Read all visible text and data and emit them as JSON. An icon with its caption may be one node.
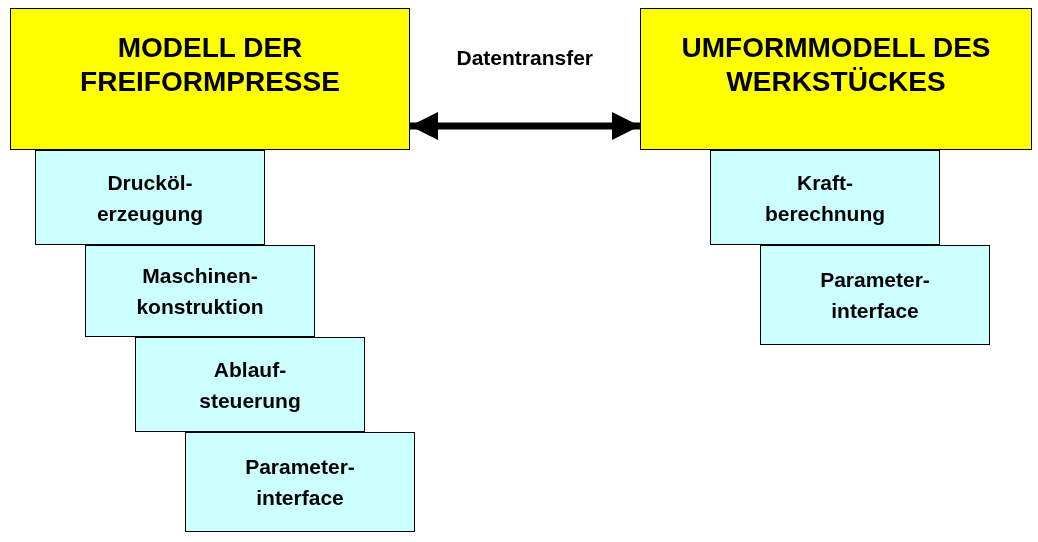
{
  "diagram": {
    "nodes": [
      {
        "text": [
          "MODELL DER FREIFORMPRESSE"
        ]
      },
      {
        "text": [
          "Drucköl- erzeugung"
        ]
      },
      {
        "text": [
          "Maschinen- konstruktion"
        ]
      },
      {
        "text": [
          "Ablauf- steuerung"
        ]
      },
      {
        "text": [
          "Parameter- interface"
        ]
      },
      {
        "text": [
          "UMFORMMODELL DES WERKSTÜCKES"
        ]
      },
      {
        "text": [
          "Kraft- berechnung"
        ]
      },
      {
        "text": [
          "Parameter- interface"
        ]
      }
    ],
    "edges": [
      {
        "from": 0,
        "to": 5,
        "arrow": "both",
        "label": "Datentransfer"
      }
    ]
  }
}
